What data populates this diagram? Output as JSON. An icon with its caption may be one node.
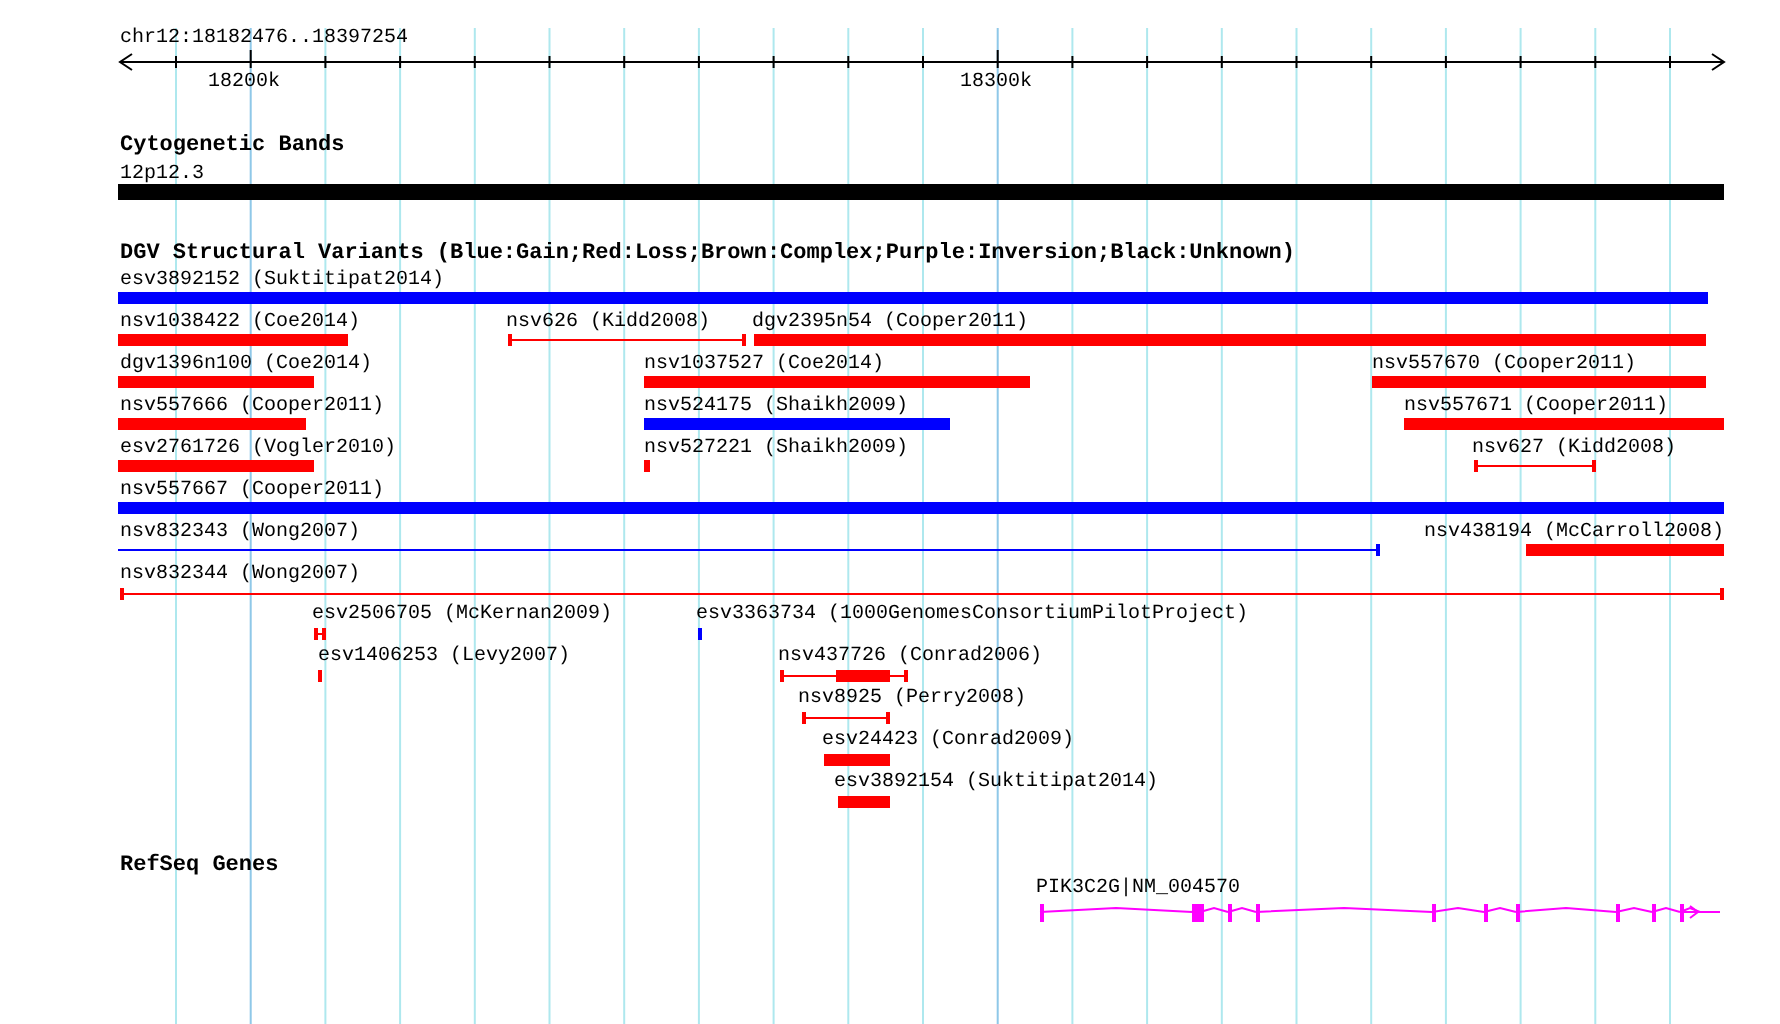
{
  "diagram": {
    "title": "chr12:18182476..18397254",
    "nodes": [
      {
        "text": [
          "12p12.3"
        ]
      },
      {
        "text": [
          "esv3892152 (Suktitipat2014)"
        ]
      },
      {
        "text": [
          "nsv1038422 (Coe2014)"
        ]
      },
      {
        "text": [
          "nsv626 (Kidd2008)"
        ]
      },
      {
        "text": [
          "dgv2395n54 (Cooper2011)"
        ]
      },
      {
        "text": [
          "dgv1396n100 (Coe2014)"
        ]
      },
      {
        "text": [
          "nsv1037527 (Coe2014)"
        ]
      },
      {
        "text": [
          "nsv557670 (Cooper2011)"
        ]
      },
      {
        "text": [
          "nsv557666 (Cooper2011)"
        ]
      },
      {
        "text": [
          "nsv524175 (Shaikh2009)"
        ]
      },
      {
        "text": [
          "nsv557671 (Cooper2011)"
        ]
      },
      {
        "text": [
          "esv2761726 (Vogler2010)"
        ]
      },
      {
        "text": [
          "nsv527221 (Shaikh2009)"
        ]
      },
      {
        "text": [
          "nsv627 (Kidd2008)"
        ]
      },
      {
        "text": [
          "nsv557667 (Cooper2011)"
        ]
      },
      {
        "text": [
          "nsv832343 (Wong2007)"
        ]
      },
      {
        "text": [
          "nsv438194 (McCarroll2008)"
        ]
      },
      {
        "text": [
          "nsv832344 (Wong2007)"
        ]
      },
      {
        "text": [
          "esv2506705 (McKernan2009)"
        ]
      },
      {
        "text": [
          "esv3363734 (1000GenomesConsortiumPilotProject)"
        ]
      },
      {
        "text": [
          "esv1406253 (Levy2007)"
        ]
      },
      {
        "text": [
          "nsv437726 (Conrad2006)"
        ]
      },
      {
        "text": [
          "nsv8925 (Perry2008)"
        ]
      },
      {
        "text": [
          "esv24423 (Conrad2009)"
        ]
      },
      {
        "text": [
          "esv3892154 (Suktitipat2014)"
        ]
      },
      {
        "text": [
          "PIK3C2G|NM_004570"
        ]
      }
    ],
    "labels": [
      "18200k",
      "18300k",
      "Cytogenetic Bands",
      "DGV Structural Variants (Blue:Gain;Red:Loss;Brown:Complex;Purple:Inversion;Black:Unknown)",
      "RefSeq Genes"
    ]
  }
}
